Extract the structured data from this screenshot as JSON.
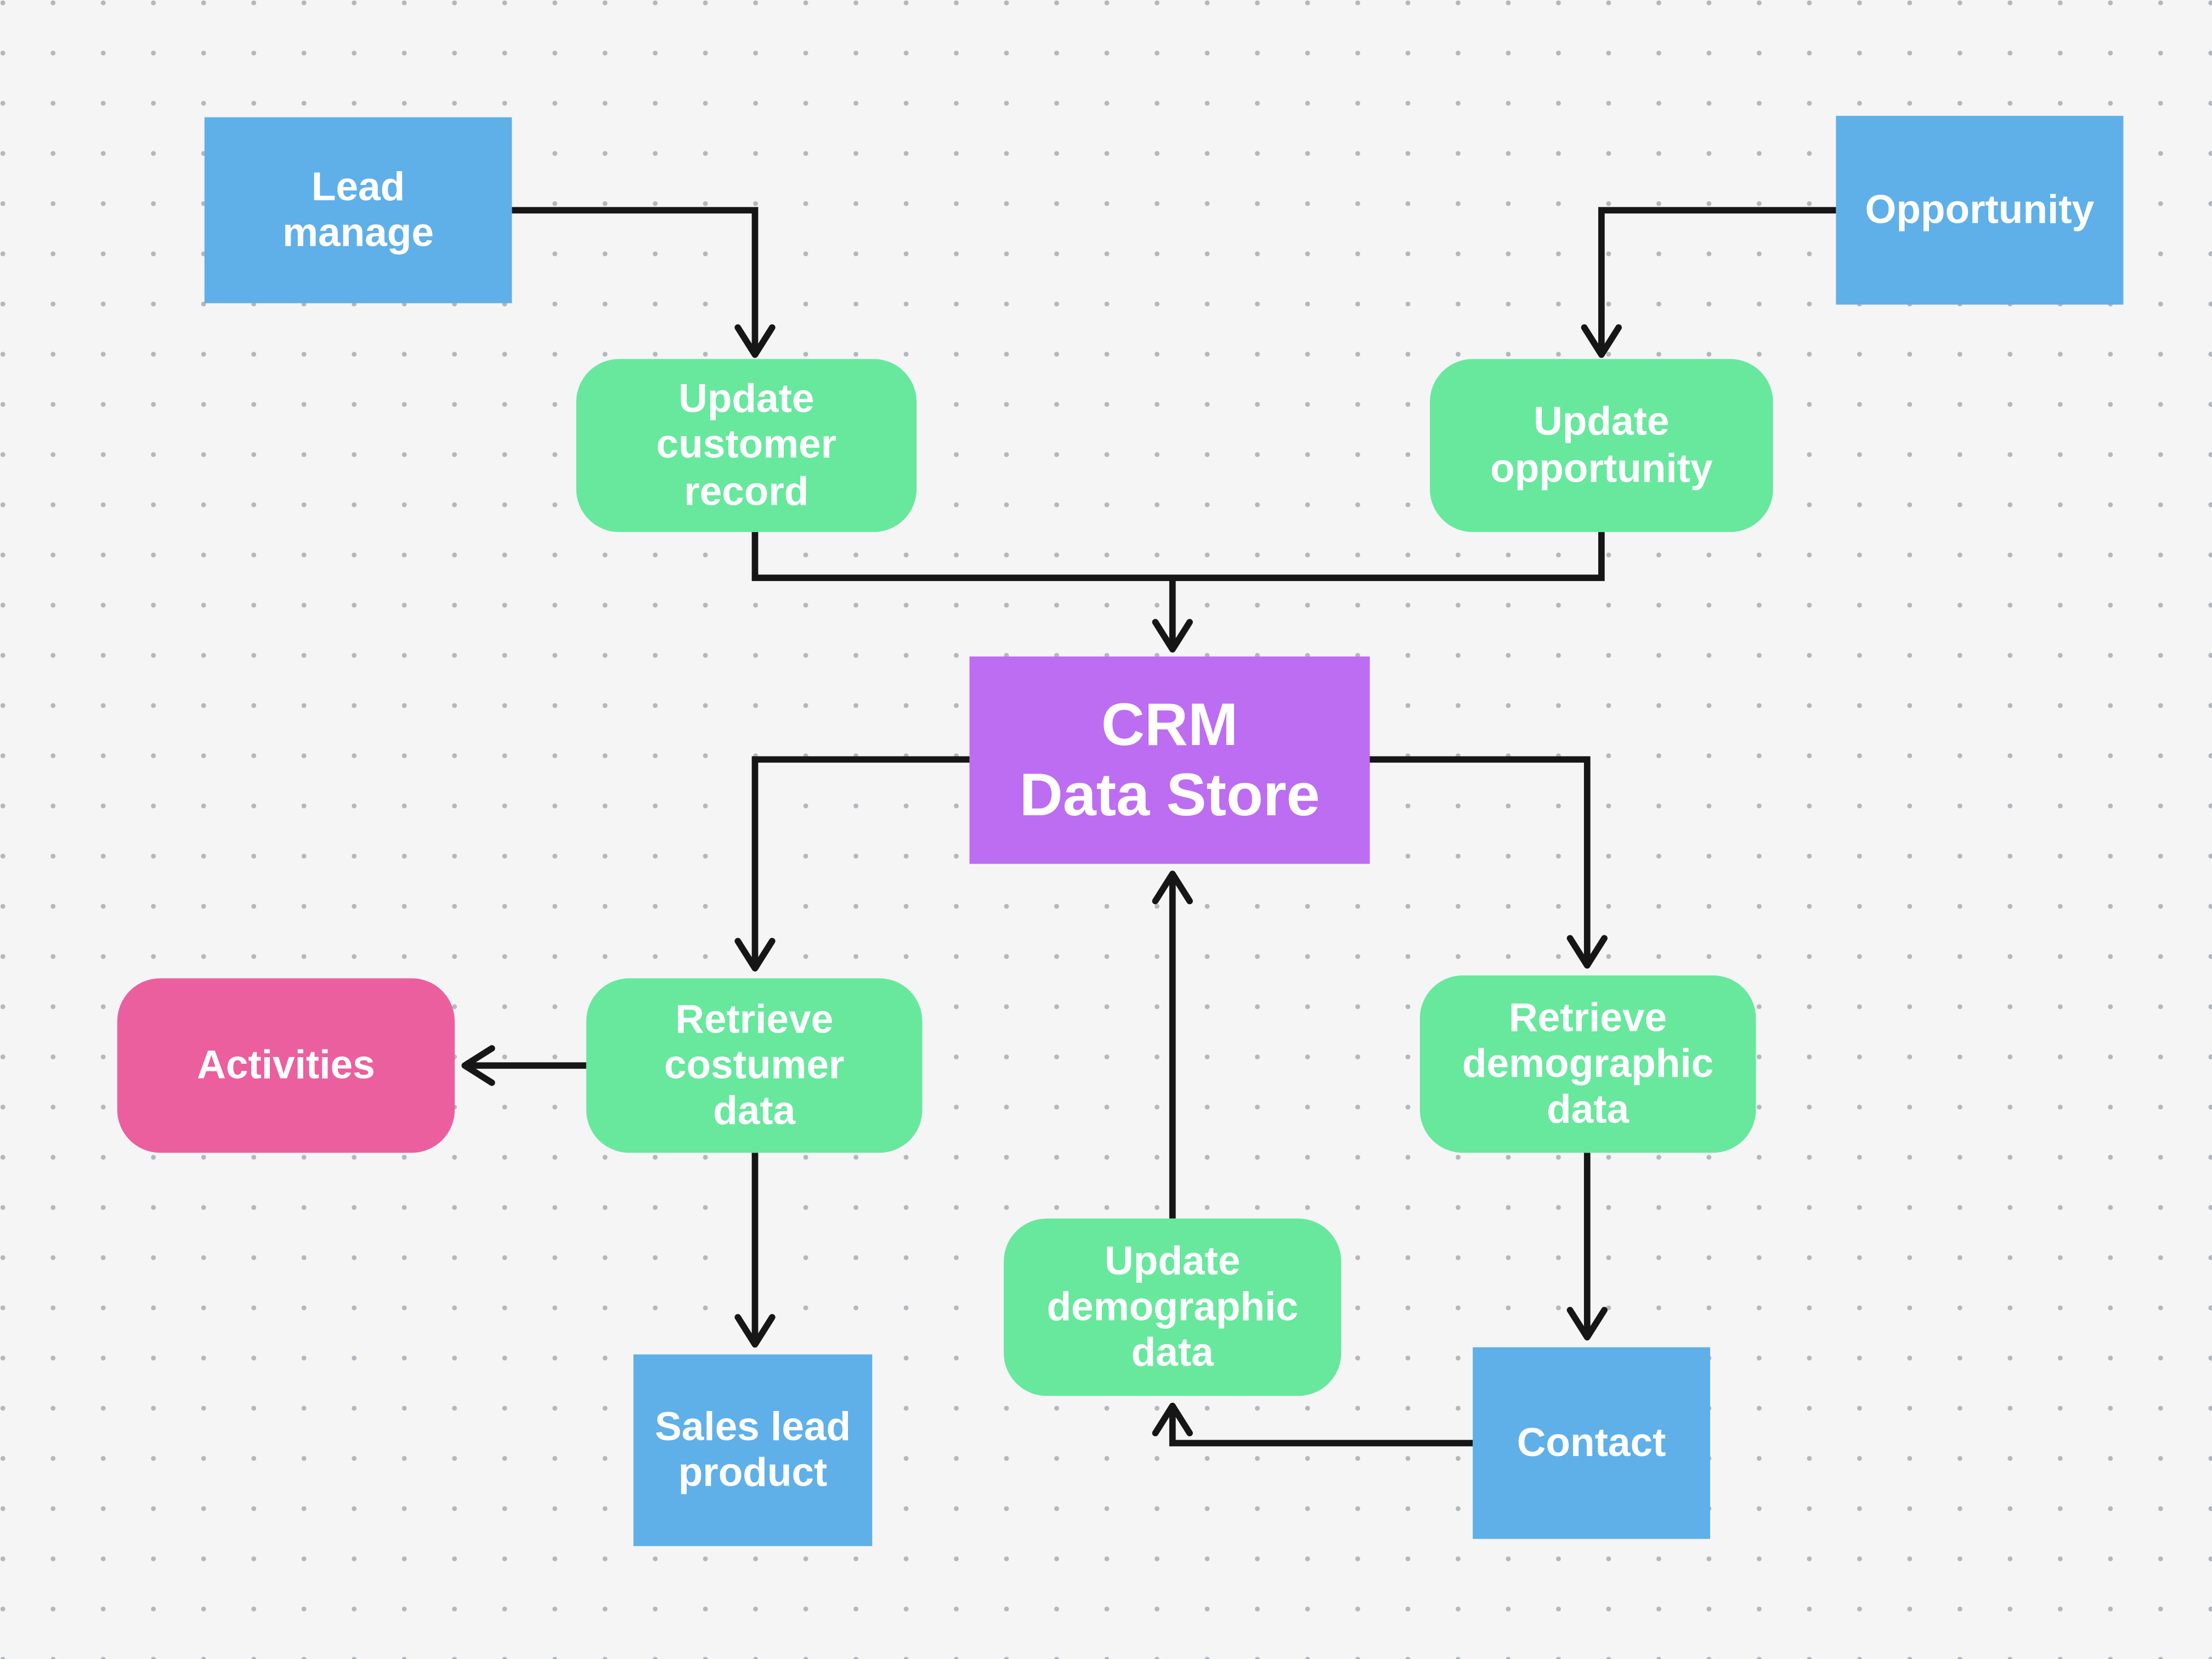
{
  "diagram": {
    "title": "CRM Data Store data flow diagram",
    "palette": {
      "entity_blue": "#5FB0E8",
      "process_green": "#67E89D",
      "datastore_purple": "#BD6DF1",
      "external_pink": "#EC5F9E",
      "connector": "#161616",
      "canvas_bg": "#F5F5F6",
      "grid_dot": "#B3B7BE",
      "label_text": "#FFFFFF"
    },
    "nodes": {
      "lead_manage": {
        "label": "Lead\nmanage",
        "type": "entity"
      },
      "opportunity": {
        "label": "Opportunity",
        "type": "entity"
      },
      "update_customer_record": {
        "label": "Update\ncustomer\nrecord",
        "type": "process"
      },
      "update_opportunity": {
        "label": "Update\nopportunity",
        "type": "process"
      },
      "crm_data_store": {
        "label": "CRM\nData Store",
        "type": "data_store"
      },
      "retrieve_costumer_data": {
        "label": "Retrieve\ncostumer\ndata",
        "type": "process"
      },
      "activities": {
        "label": "Activities",
        "type": "external"
      },
      "retrieve_demographic_data": {
        "label": "Retrieve\ndemographic\ndata",
        "type": "process"
      },
      "update_demographic_data": {
        "label": "Update\ndemographic\ndata",
        "type": "process"
      },
      "sales_lead_product": {
        "label": "Sales lead\nproduct",
        "type": "entity"
      },
      "contact": {
        "label": "Contact",
        "type": "entity"
      }
    },
    "edges": [
      {
        "from": "lead_manage",
        "to": "update_customer_record"
      },
      {
        "from": "opportunity",
        "to": "update_opportunity"
      },
      {
        "from": "update_customer_record",
        "to": "crm_data_store"
      },
      {
        "from": "update_opportunity",
        "to": "crm_data_store"
      },
      {
        "from": "crm_data_store",
        "to": "retrieve_costumer_data"
      },
      {
        "from": "crm_data_store",
        "to": "retrieve_demographic_data"
      },
      {
        "from": "retrieve_costumer_data",
        "to": "activities"
      },
      {
        "from": "retrieve_costumer_data",
        "to": "sales_lead_product"
      },
      {
        "from": "retrieve_demographic_data",
        "to": "contact"
      },
      {
        "from": "contact",
        "to": "update_demographic_data"
      },
      {
        "from": "update_demographic_data",
        "to": "crm_data_store"
      }
    ]
  }
}
